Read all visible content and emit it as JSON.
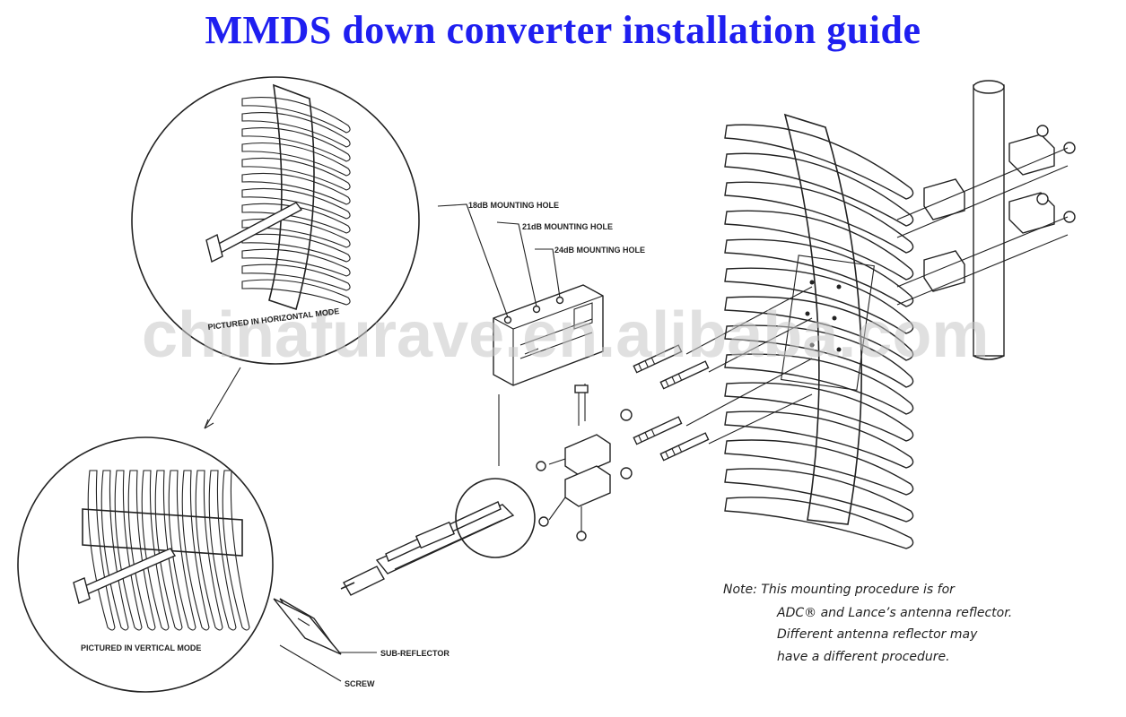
{
  "title": "MMDS down converter installation guide",
  "watermark": "chinafurave.en.alibaba.com",
  "labels": {
    "hole_18db": "18dB MOUNTING HOLE",
    "hole_21db": "21dB MOUNTING HOLE",
    "hole_24db": "24dB MOUNTING HOLE",
    "horizontal_mode": "PICTURED IN HORIZONTAL MODE",
    "vertical_mode": "PICTURED IN VERTICAL MODE",
    "sub_reflector": "SUB-REFLECTOR",
    "screw": "SCREW"
  },
  "note": {
    "line1": "Note:  This mounting procedure is for",
    "line2": "ADC® and Lance’s antenna reflector.",
    "line3": "Different antenna reflector may",
    "line4": "have a different procedure."
  },
  "colors": {
    "title": "#1f1ff0",
    "line": "#222222",
    "watermark": "#c8c8c8"
  }
}
